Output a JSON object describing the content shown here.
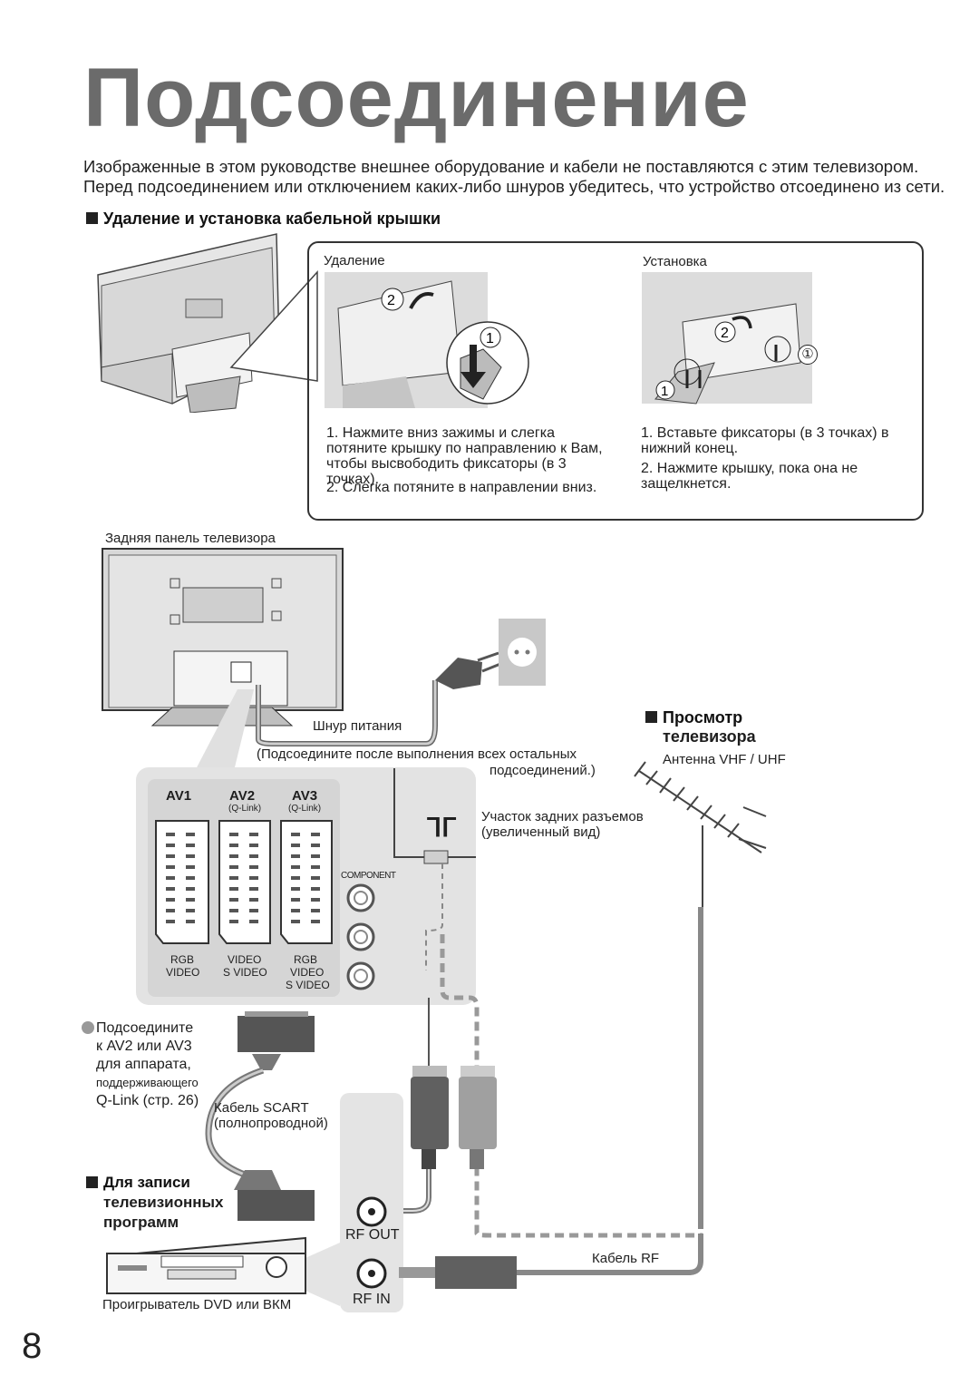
{
  "page": {
    "title": "Подсоединение",
    "intro_line1": "Изображенные в этом руководстве внешнее оборудование и кабели не поставляются с этим телевизором.",
    "intro_line2": "Перед подсоединением или отключением каких-либо шнуров убедитесь, что устройство отсоединено из сети.",
    "page_number": "8"
  },
  "cover_section": {
    "heading": "Удаление и установка кабельной крышки",
    "removal": {
      "label": "Удаление",
      "steps": [
        {
          "num": "1.",
          "text": "Нажмите вниз зажимы и слегка потяните крышку по направлению к Вам, чтобы высвободить фиксаторы (в 3 точках)."
        },
        {
          "num": "2.",
          "text": "Слегка потяните в направлении вниз."
        }
      ]
    },
    "installation": {
      "label": "Установка",
      "steps": [
        {
          "num": "1.",
          "text": "Вставьте фиксаторы (в 3 точках) в нижний конец."
        },
        {
          "num": "2.",
          "text": "Нажмите крышку, пока она не защелкнется."
        }
      ]
    },
    "callouts": {
      "one": "①",
      "two": "②"
    }
  },
  "connection_diagram": {
    "rear_panel_label": "Задняя панель телевизора",
    "power_cord_label": "Шнур питания",
    "power_cord_note_line1": "(Подсоедините после выполнения всех остальных",
    "power_cord_note_line2": "подсоединений.)",
    "viewing_heading_line1": "Просмотр",
    "viewing_heading_line2": "телевизора",
    "antenna_label": "Антенна VHF / UHF",
    "rear_terminals_label_line1": "Участок задних разъемов",
    "rear_terminals_label_line2": "(увеличенный вид)",
    "scart_ports": [
      {
        "name": "AV1",
        "sub": "",
        "desc_line1": "RGB",
        "desc_line2": "VIDEO",
        "desc_line3": ""
      },
      {
        "name": "AV2",
        "sub": "(Q-Link)",
        "desc_line1": "VIDEO",
        "desc_line2": "S VIDEO",
        "desc_line3": ""
      },
      {
        "name": "AV3",
        "sub": "(Q-Link)",
        "desc_line1": "RGB",
        "desc_line2": "VIDEO",
        "desc_line3": "S VIDEO"
      }
    ],
    "component_label": "COMPONENT",
    "antenna_symbol": "ᒣᒥ",
    "qlink_note": [
      "Подсоедините",
      "к AV2 или AV3",
      "для аппарата,",
      "поддерживающего",
      "Q-Link (стр. 26)"
    ],
    "scart_cable_label_line1": "Кабель SCART",
    "scart_cable_label_line2": "(полнопроводной)",
    "recording_heading": [
      "Для записи",
      "телевизионных",
      "программ"
    ],
    "rf_out_label": "RF OUT",
    "rf_in_label": "RF IN",
    "rf_cable_label": "Кабель RF",
    "recorder_label": "Проигрыватель DVD или ВКМ"
  }
}
